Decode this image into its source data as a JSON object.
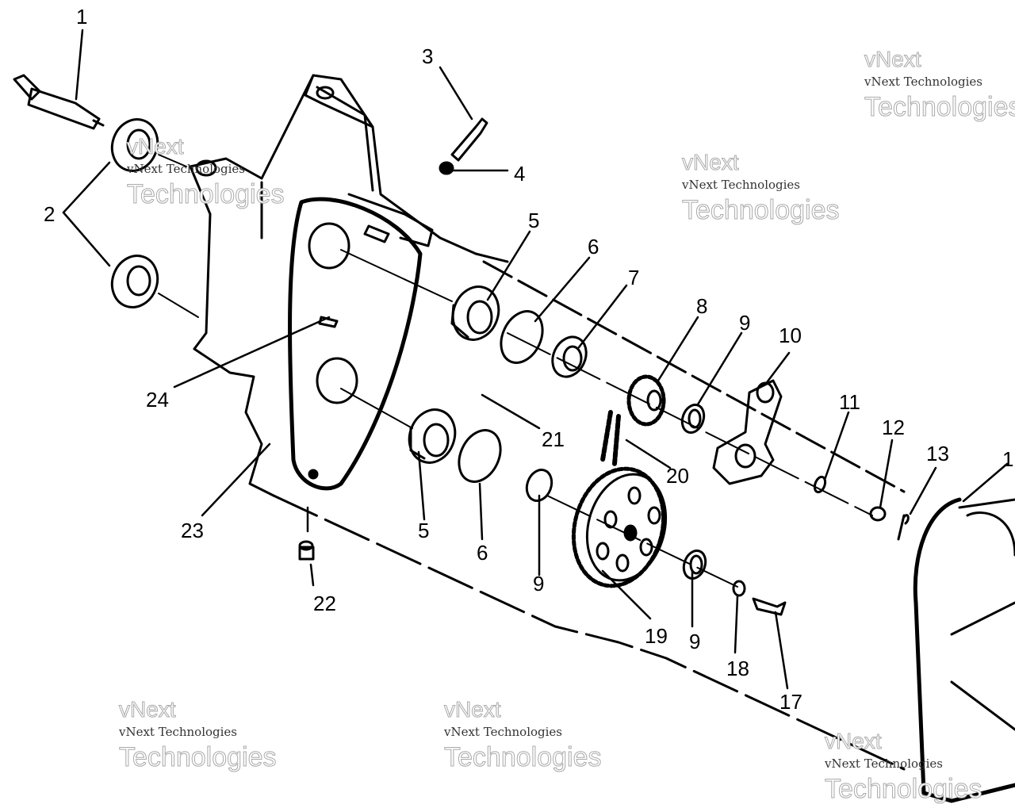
{
  "diagram": {
    "labels": [
      "1",
      "2",
      "3",
      "4",
      "5",
      "6",
      "7",
      "8",
      "9",
      "10",
      "11",
      "12",
      "13",
      "1",
      "24",
      "21",
      "20",
      "23",
      "5",
      "6",
      "9",
      "22",
      "19",
      "9",
      "18",
      "17"
    ],
    "watermark": {
      "line1": "vNext",
      "line2": "vNext Technologies",
      "line3": "Technologies"
    }
  }
}
